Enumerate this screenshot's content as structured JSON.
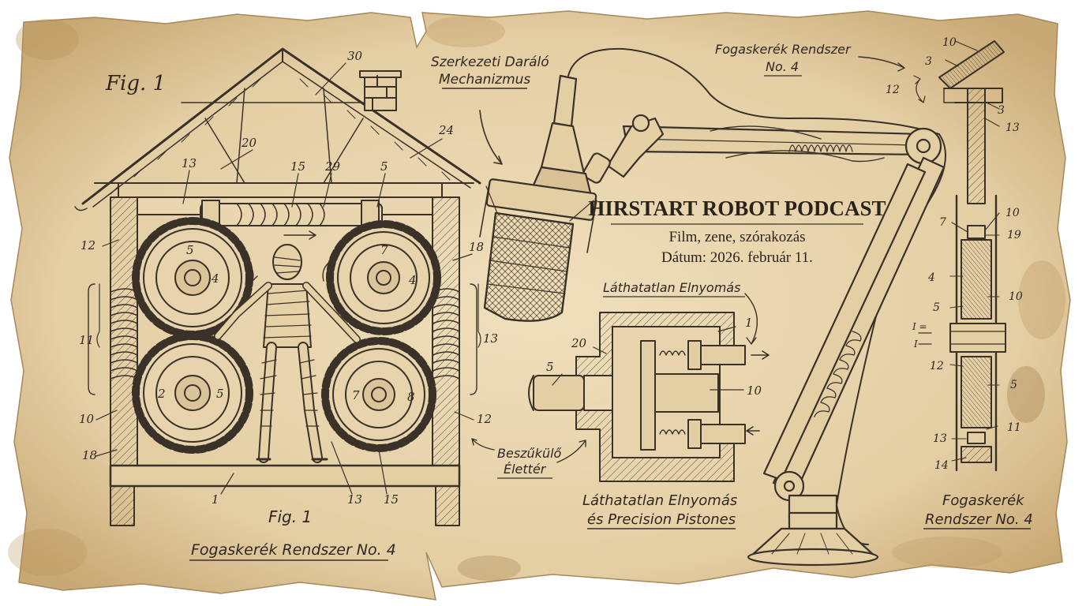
{
  "header": {
    "title": "HIRSTART ROBOT PODCAST",
    "subtitle": "Film, zene, szórakozás",
    "date": "Dátum: 2026. február 11."
  },
  "captions": {
    "fig_top": "Fig. 1",
    "fig_bottom": "Fig. 1",
    "left_bottom": "Fogaskerék Rendszer No. 4",
    "mechanism_line1": "Szerkezeti Daráló",
    "mechanism_line2": "Mechanizmus",
    "top_right_line1": "Fogaskerék Rendszer",
    "top_right_line2": "No. 4",
    "invisible": "Láthatatlan Elnyomás",
    "shrinking_line1": "Beszűkülő",
    "shrinking_line2": "Élettér",
    "pistons_line1": "Láthatatlan Elnyomás",
    "pistons_line2": "és Precision Pistones",
    "right_bottom_line1": "Fogaskerék",
    "right_bottom_line2": "Rendszer No. 4"
  },
  "reference_numbers": {
    "house": [
      "30",
      "20",
      "24",
      "13",
      "15",
      "29",
      "5",
      "12",
      "18",
      "11",
      "13",
      "10",
      "18",
      "12",
      "1",
      "13",
      "15"
    ],
    "gears": [
      "5",
      "4",
      "7",
      "4",
      "2",
      "5",
      "7",
      "8"
    ],
    "piston": [
      "20",
      "5",
      "1",
      "10"
    ],
    "top_detail": [
      "10",
      "3",
      "12",
      "3",
      "13"
    ],
    "side_detail": [
      "7",
      "10",
      "19",
      "4",
      "10",
      "5",
      "12",
      "5",
      "11",
      "13",
      "14"
    ],
    "side_marker": "I =",
    "side_marker_2": "I"
  },
  "colors": {
    "paper": "#e6d2aa",
    "paper_dark": "#c9ad7e",
    "ink": "#3a3128",
    "stain": "#b8925a"
  }
}
